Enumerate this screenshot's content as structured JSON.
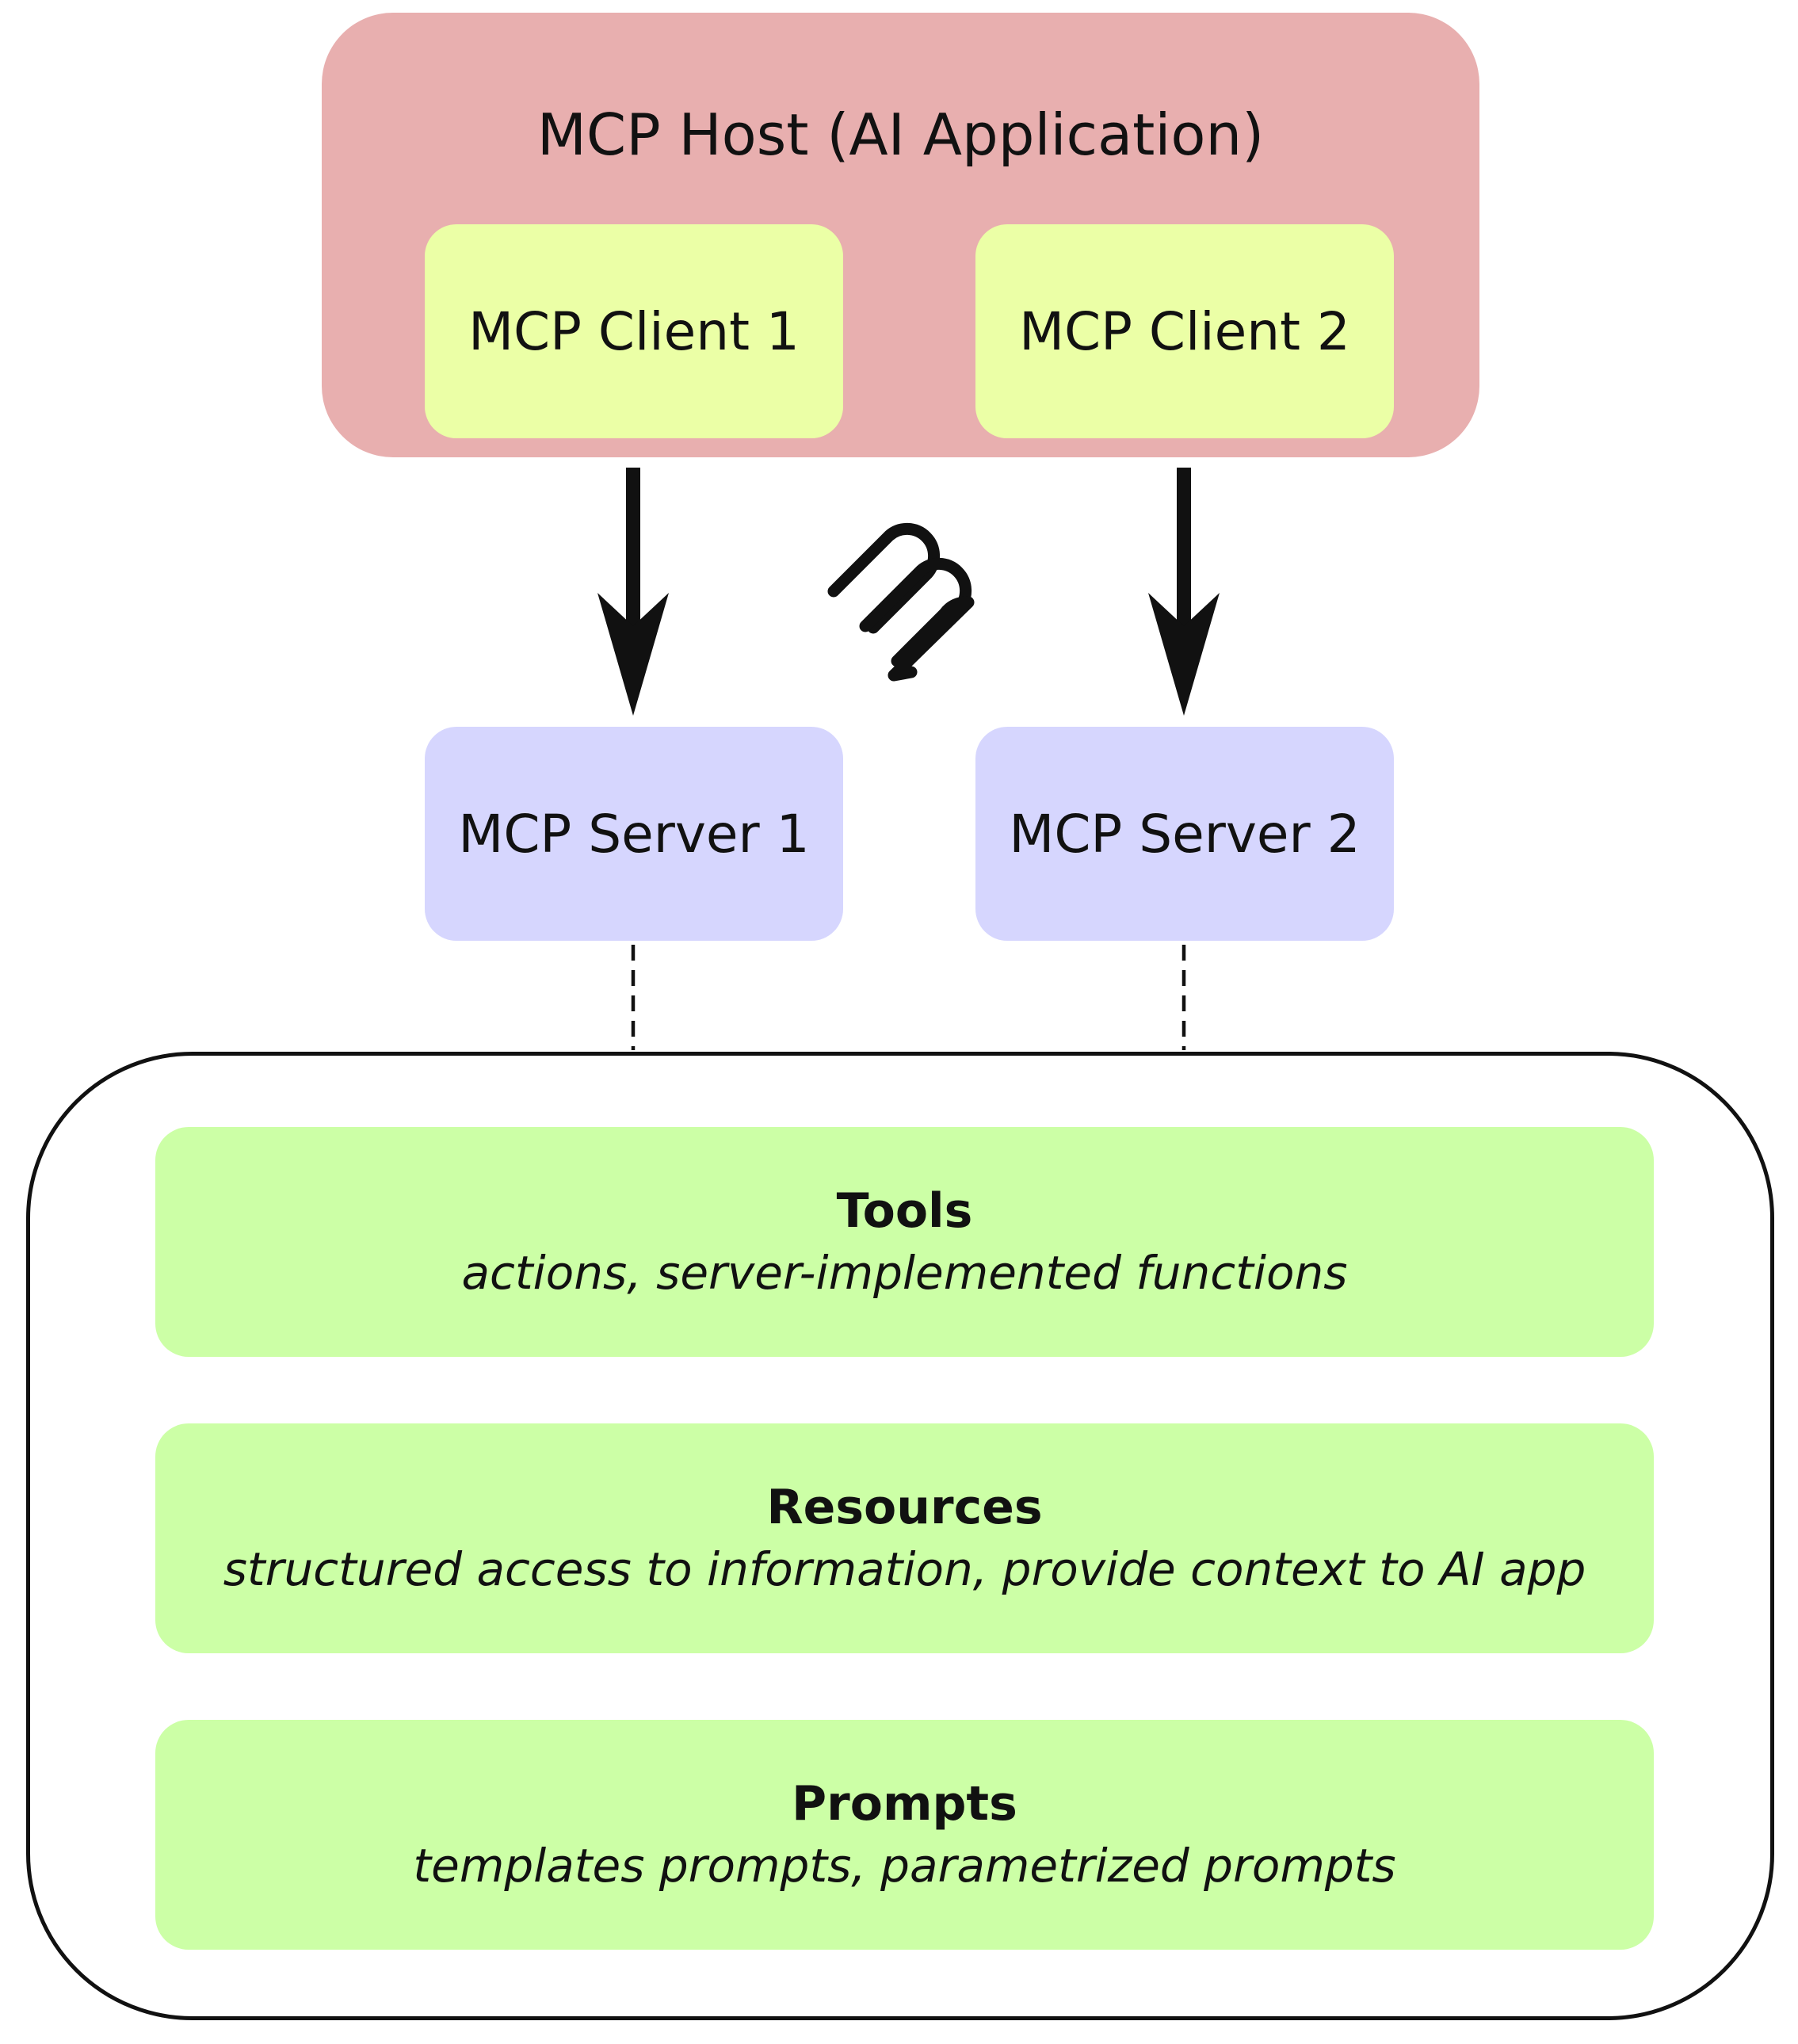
{
  "host": {
    "title": "MCP Host (AI Application)"
  },
  "clients": [
    {
      "label": "MCP Client 1"
    },
    {
      "label": "MCP Client 2"
    }
  ],
  "servers": [
    {
      "label": "MCP Server 1"
    },
    {
      "label": "MCP Server 2"
    }
  ],
  "capabilities": [
    {
      "title": "Tools",
      "description": "actions, server-implemented functions"
    },
    {
      "title": "Resources",
      "description": "structured access to information, provide context to AI app"
    },
    {
      "title": "Prompts",
      "description": "templates prompts, parametrized prompts"
    }
  ],
  "colors": {
    "host": "#e8afaf",
    "client": "#ebffa6",
    "server": "#d6d6fe",
    "capability": "#ccffa6",
    "stroke": "#111111"
  },
  "icons": {
    "protocol": "mcp-logo-icon"
  }
}
